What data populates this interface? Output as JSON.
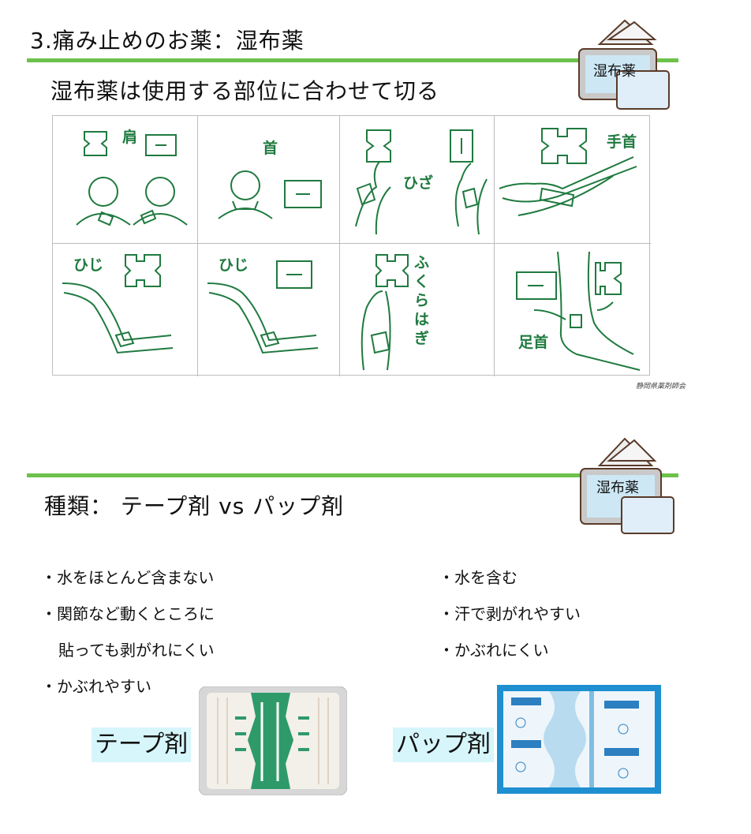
{
  "section1": {
    "title": "3.痛み止めのお薬：湿布薬",
    "subtitle": "湿布薬は使用する部位に合わせて切る",
    "credit": "静岡県薬剤師会",
    "cells": [
      {
        "label": "肩"
      },
      {
        "label": "首"
      },
      {
        "label": "ひざ"
      },
      {
        "label": "手首"
      },
      {
        "label": "ひじ"
      },
      {
        "label": "ひじ"
      },
      {
        "label": "ふくらはぎ"
      },
      {
        "label": "足首"
      }
    ]
  },
  "icon": {
    "label": "湿布薬"
  },
  "section2": {
    "title": "種類：  テープ剤  vs  パップ剤",
    "tape_points": [
      "・水をほとんど含まない",
      "・関節など動くところに",
      "貼っても剥がれにくい",
      "・かぶれやすい"
    ],
    "pap_points": [
      "・水を含む",
      "・汗で剥がれやすい",
      "・かぶれにくい"
    ],
    "tape_label": "テープ剤",
    "pap_label": "パップ剤"
  },
  "colors": {
    "accent_green": "#6cc24a",
    "drawing_green": "#1f7a3f",
    "label_bg": "#d6f6fb",
    "pap_blue": "#1e8fd0"
  }
}
